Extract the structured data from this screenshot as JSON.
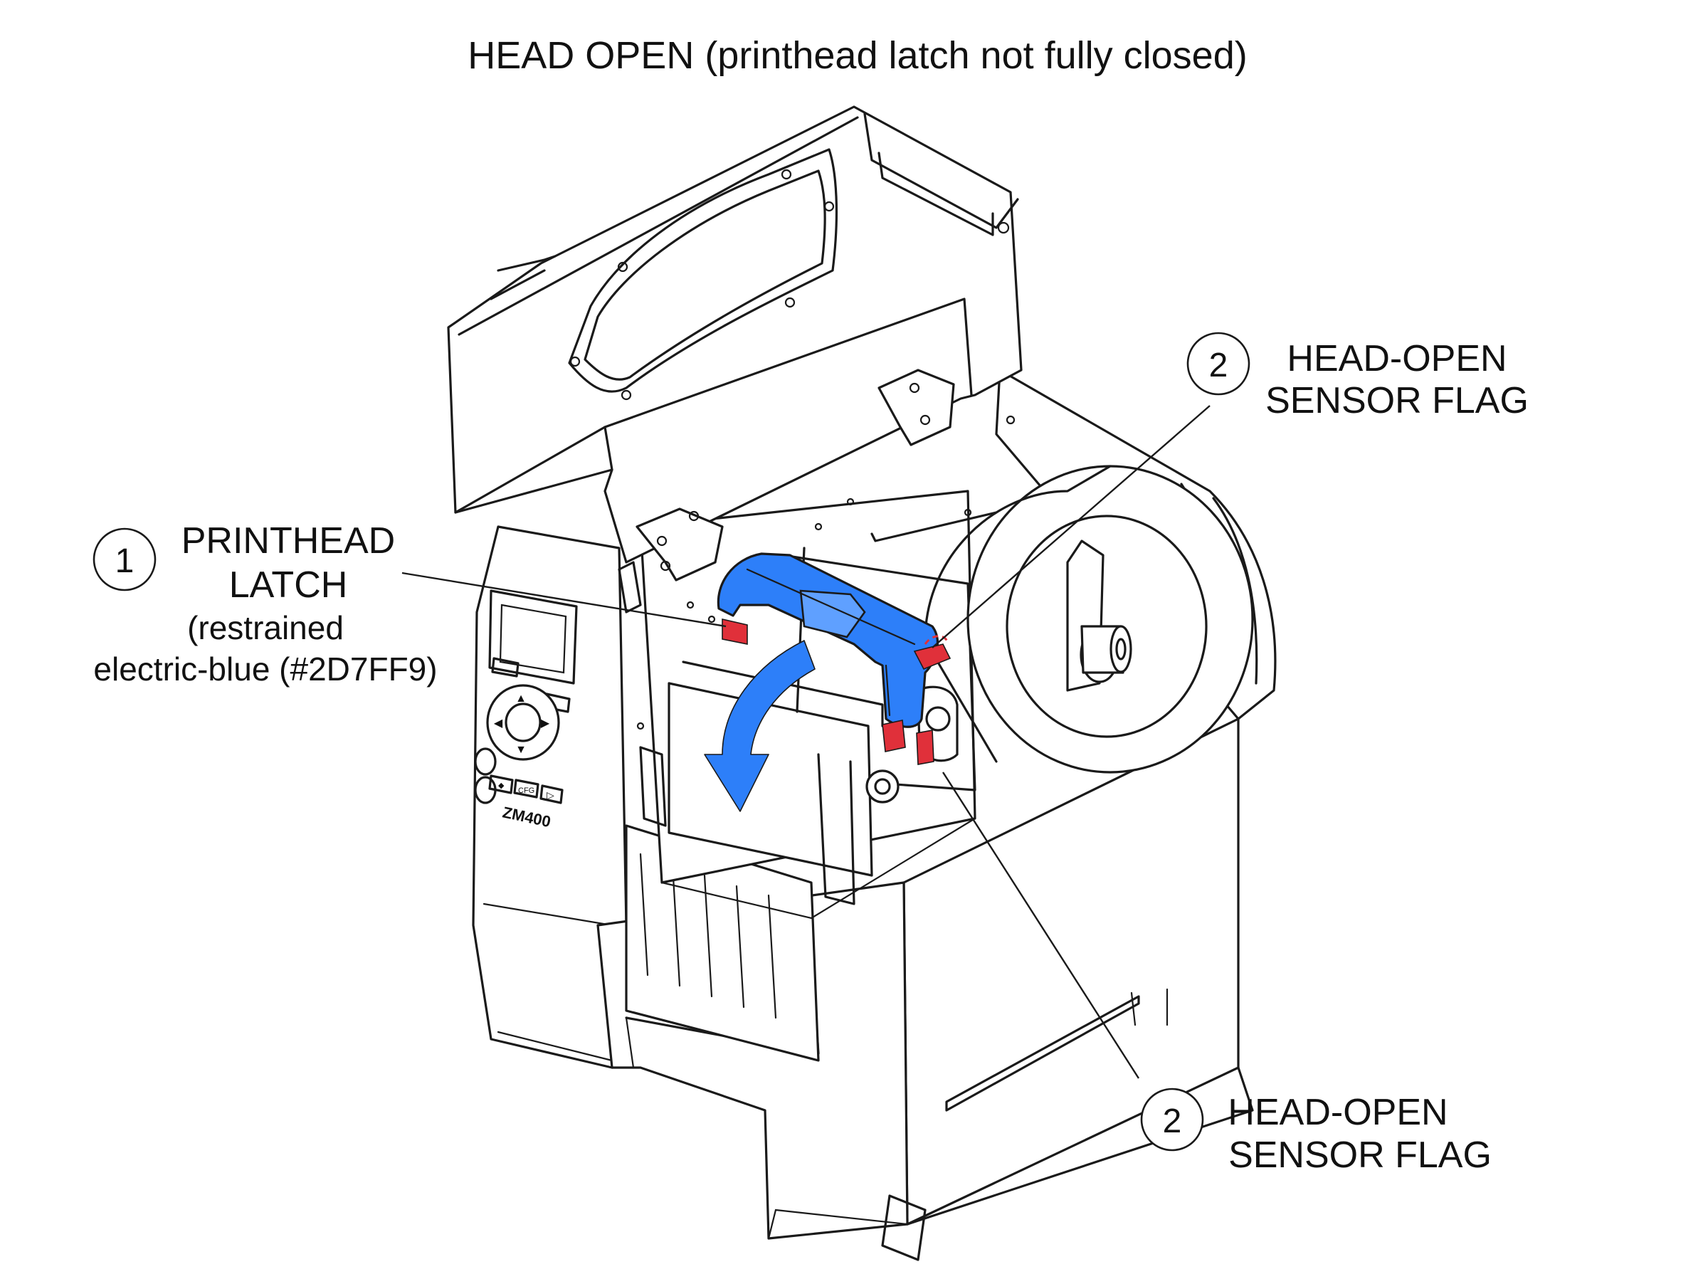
{
  "title": "HEAD OPEN (printhead latch not fully closed)",
  "callouts": [
    {
      "number": "1",
      "lines": [
        "PRINTHEAD",
        "LATCH"
      ],
      "note_lines": [
        "(restrained",
        "electric-blue (#2D7FF9)"
      ]
    },
    {
      "number": "2",
      "lines": [
        "HEAD-OPEN",
        "SENSOR FLAG"
      ]
    },
    {
      "number": "2",
      "lines": [
        "HEAD-OPEN",
        "SENSOR FLAG"
      ]
    }
  ],
  "printer_model_label": "ZM400",
  "keypad_label_left": "◆",
  "keypad_label_mid": "CFG",
  "colors": {
    "latch_blue": "#2D7FF9",
    "sensor_red": "#E0303A",
    "line": "#1A1A1A"
  }
}
